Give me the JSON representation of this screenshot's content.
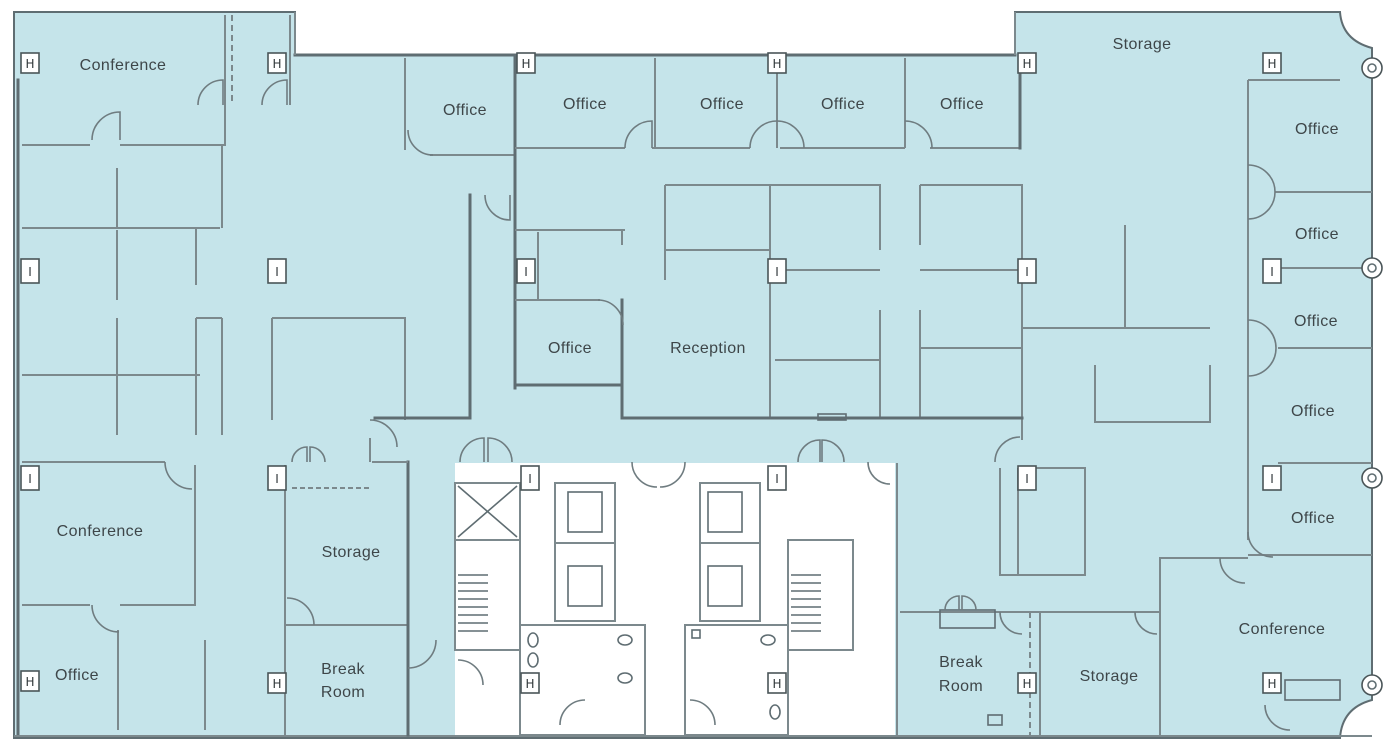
{
  "colors": {
    "tenant_fill": "#c5e4ea",
    "core_fill": "#ffffff",
    "wall": "#5f6d72",
    "label": "#3e4649"
  },
  "rooms": {
    "conference_nw": "Conference",
    "office_n1": "Office",
    "office_n2": "Office",
    "office_n3": "Office",
    "office_n4": "Office",
    "office_n5": "Office",
    "storage_ne": "Storage",
    "office_e1": "Office",
    "office_e2": "Office",
    "office_e3": "Office",
    "office_e4": "Office",
    "office_e5": "Office",
    "office_center": "Office",
    "reception": "Reception",
    "conference_w": "Conference",
    "storage_w": "Storage",
    "break_room_w_line1": "Break",
    "break_room_w_line2": "Room",
    "office_sw": "Office",
    "break_room_e_line1": "Break",
    "break_room_e_line2": "Room",
    "storage_se": "Storage",
    "conference_se": "Conference"
  },
  "markers": {
    "h": "H",
    "i": "I"
  }
}
